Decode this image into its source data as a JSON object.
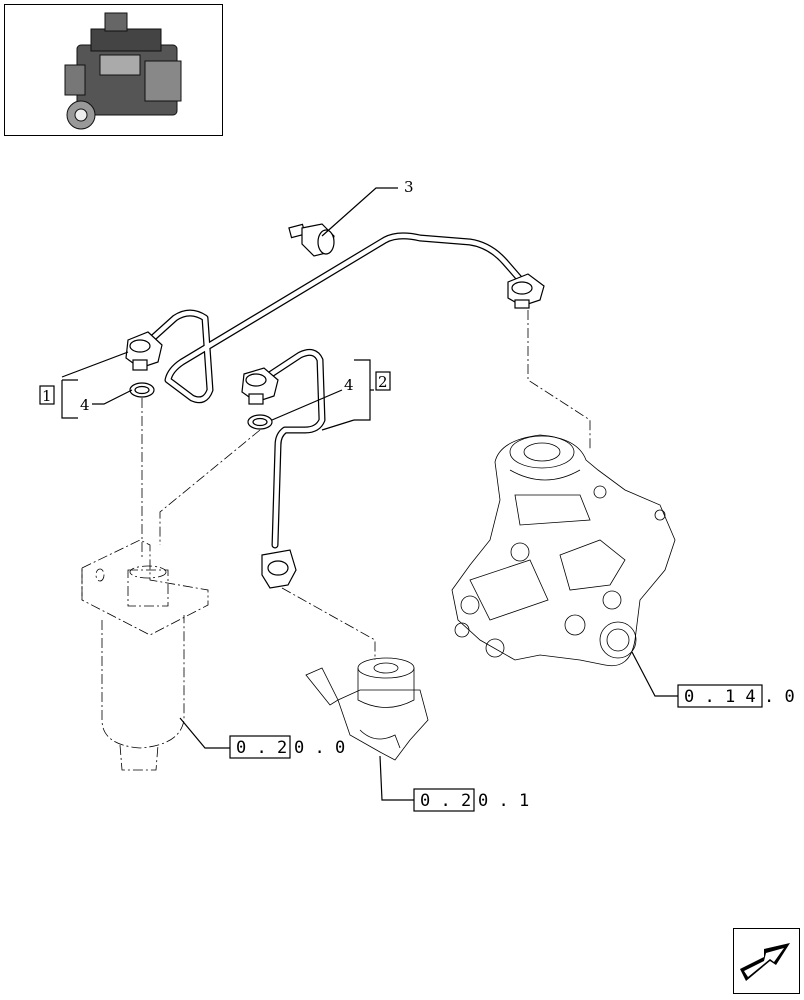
{
  "callouts": {
    "item1": "1",
    "item2": "2",
    "item3": "3",
    "item4_left": "4",
    "item4_right": "4"
  },
  "refs": {
    "filter": {
      "boxed": "0 . 2",
      "rest": "0 . 0"
    },
    "lift_pump": {
      "boxed": "0 . 2",
      "rest": "0 . 1"
    },
    "injection_pump": {
      "boxed": "0 . 1 4",
      "rest": ". 0 ."
    }
  },
  "icons": {
    "thumbnail": "engine-thumbnail-icon",
    "next": "next-page-arrow-icon"
  },
  "colors": {
    "line": "#000000",
    "background": "#ffffff"
  }
}
